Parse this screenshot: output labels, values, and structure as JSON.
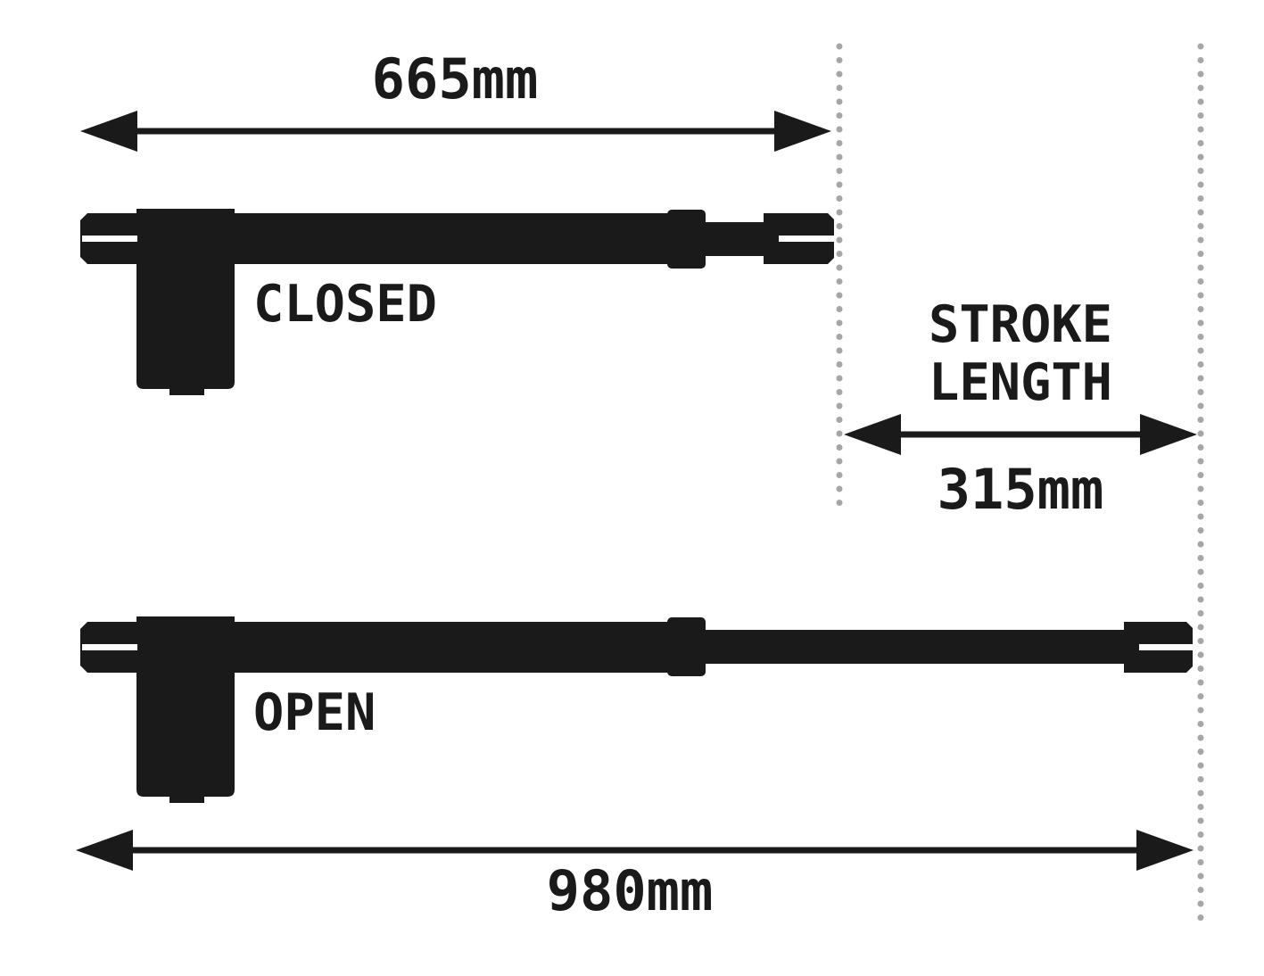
{
  "colors": {
    "ink": "#1a1a1a",
    "guide": "#a6a6a6",
    "background": "#ffffff"
  },
  "labels": {
    "closed_length": "665mm",
    "closed_state": "CLOSED",
    "stroke_line1": "STROKE",
    "stroke_line2": "LENGTH",
    "stroke_length": "315mm",
    "open_state": "OPEN",
    "open_length": "980mm"
  },
  "icons": {
    "closed_actuator": "linear-actuator-closed-icon",
    "open_actuator": "linear-actuator-open-icon"
  }
}
